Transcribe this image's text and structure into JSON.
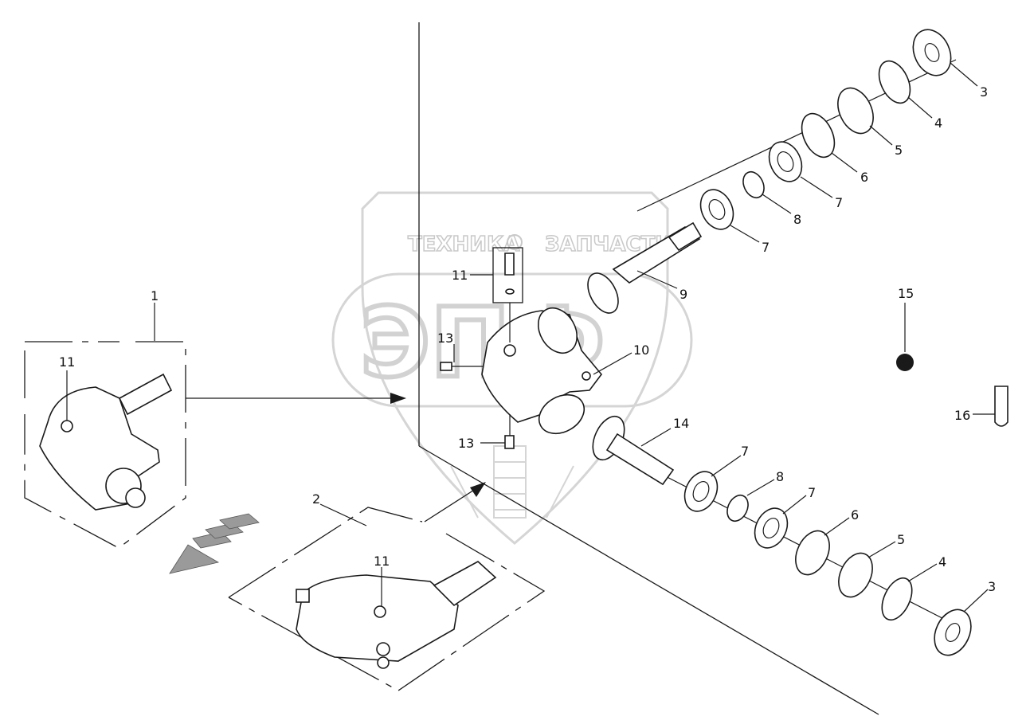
{
  "watermark": {
    "brand_left": "ТЕХНИКА",
    "brand_right": "ЗАПЧАСТИ",
    "logo_letters": "ЭПФ"
  },
  "callouts": {
    "part_1": "1",
    "part_2": "2",
    "part_3_top": "3",
    "part_3_bottom": "3",
    "part_4_top": "4",
    "part_4_bottom": "4",
    "part_5_top": "5",
    "part_5_bottom": "5",
    "part_6_top": "6",
    "part_6_bottom": "6",
    "part_7_top_right": "7",
    "part_7_top_left": "7",
    "part_7_bottom_left": "7",
    "part_7_bottom_right": "7",
    "part_8_top": "8",
    "part_8_bottom": "8",
    "part_9": "9",
    "part_10": "10",
    "part_11_main": "11",
    "part_11_inset1": "11",
    "part_11_inset2": "11",
    "part_13_side": "13",
    "part_13_bottom": "13",
    "part_14": "14",
    "part_15": "15",
    "part_16": "16"
  },
  "colors": {
    "line": "#1a1a1a",
    "watermark": "#c9c9c9",
    "screen_tone": "#9a9a9a"
  }
}
